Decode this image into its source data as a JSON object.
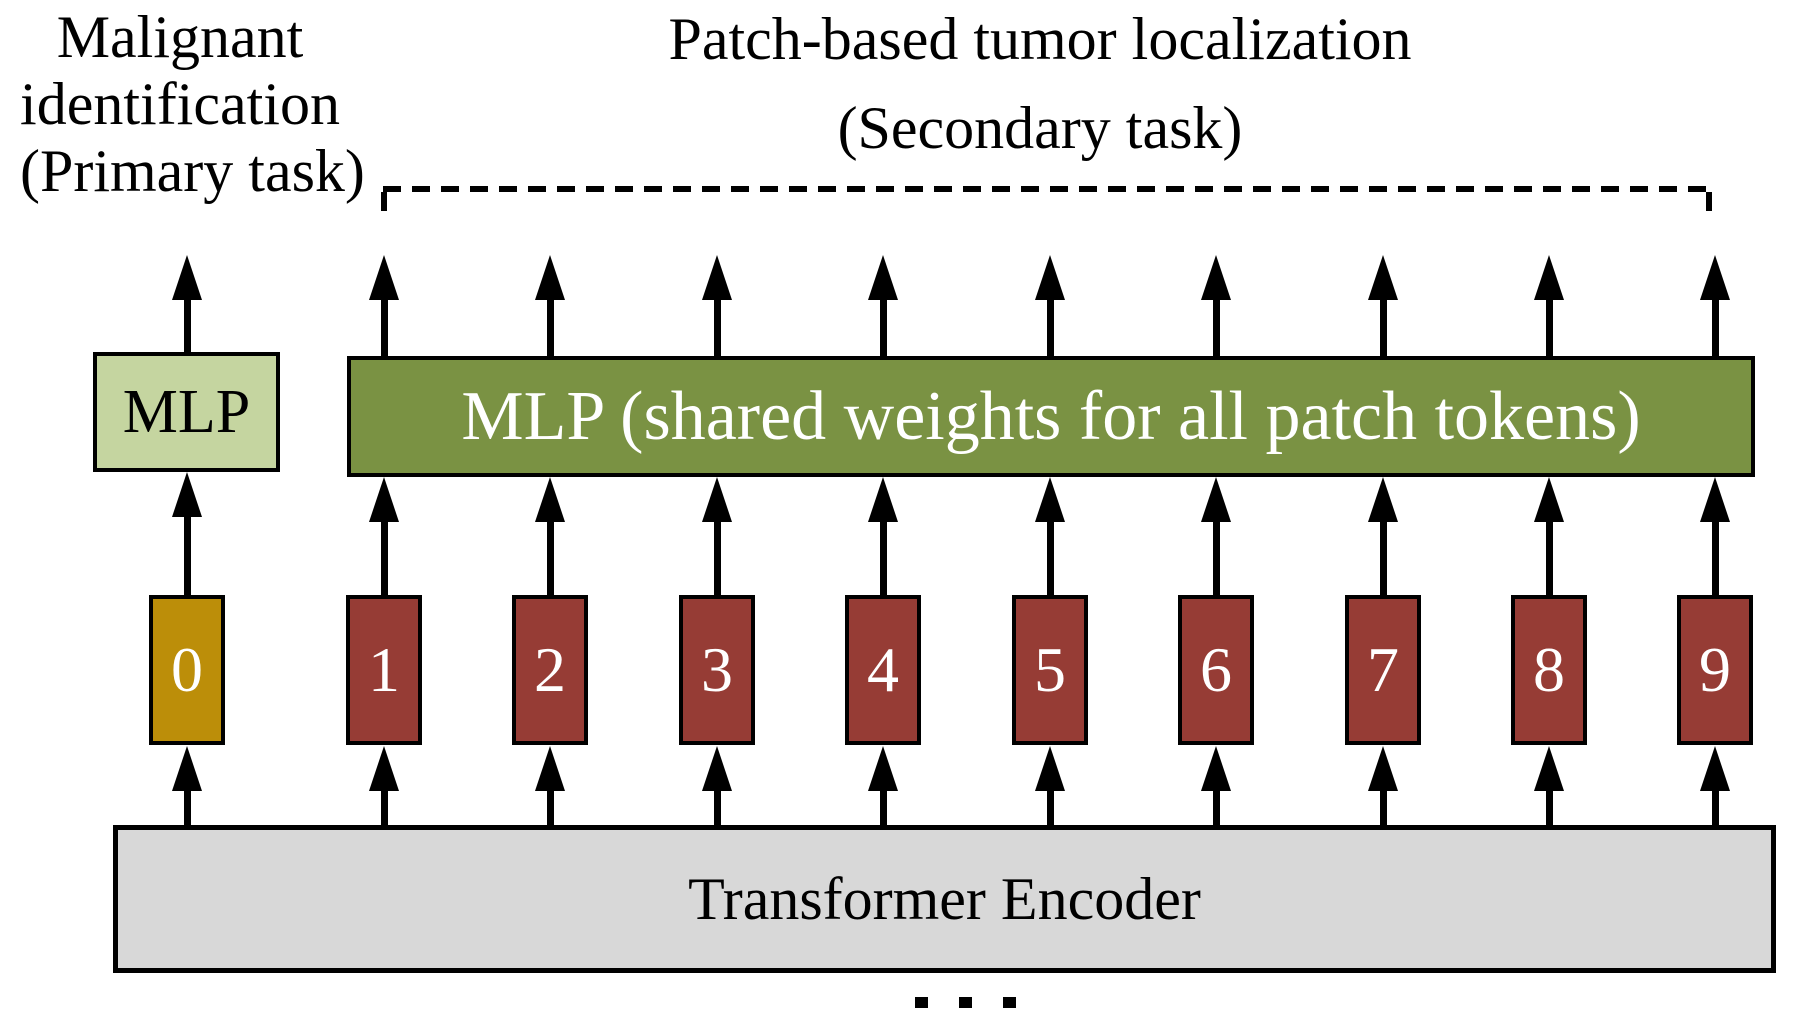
{
  "labels": {
    "primary_task": {
      "line1": "Malignant",
      "line2": "identification",
      "line3": "(Primary task)"
    },
    "secondary_task": {
      "line1": "Patch-based tumor localization",
      "line2": "(Secondary task)"
    }
  },
  "boxes": {
    "class_mlp_label": "MLP",
    "shared_mlp_label": "MLP (shared weights for all patch tokens)",
    "encoder_label": "Transformer Encoder",
    "ellipsis": "..."
  },
  "tokens": {
    "class_token_label": "0",
    "patch_token_labels": [
      "1",
      "2",
      "3",
      "4",
      "5",
      "6",
      "7",
      "8",
      "9"
    ]
  },
  "colors": {
    "class_token": "#bc8e09",
    "patch_token": "#963c35",
    "mlp_small_fill": "#c5d5a0",
    "mlp_big_fill": "#7a9243",
    "encoder_fill": "#d8d8d8",
    "line_color": "#000000",
    "token_text": "#ffffff",
    "mlp_big_text": "#ffffff"
  }
}
